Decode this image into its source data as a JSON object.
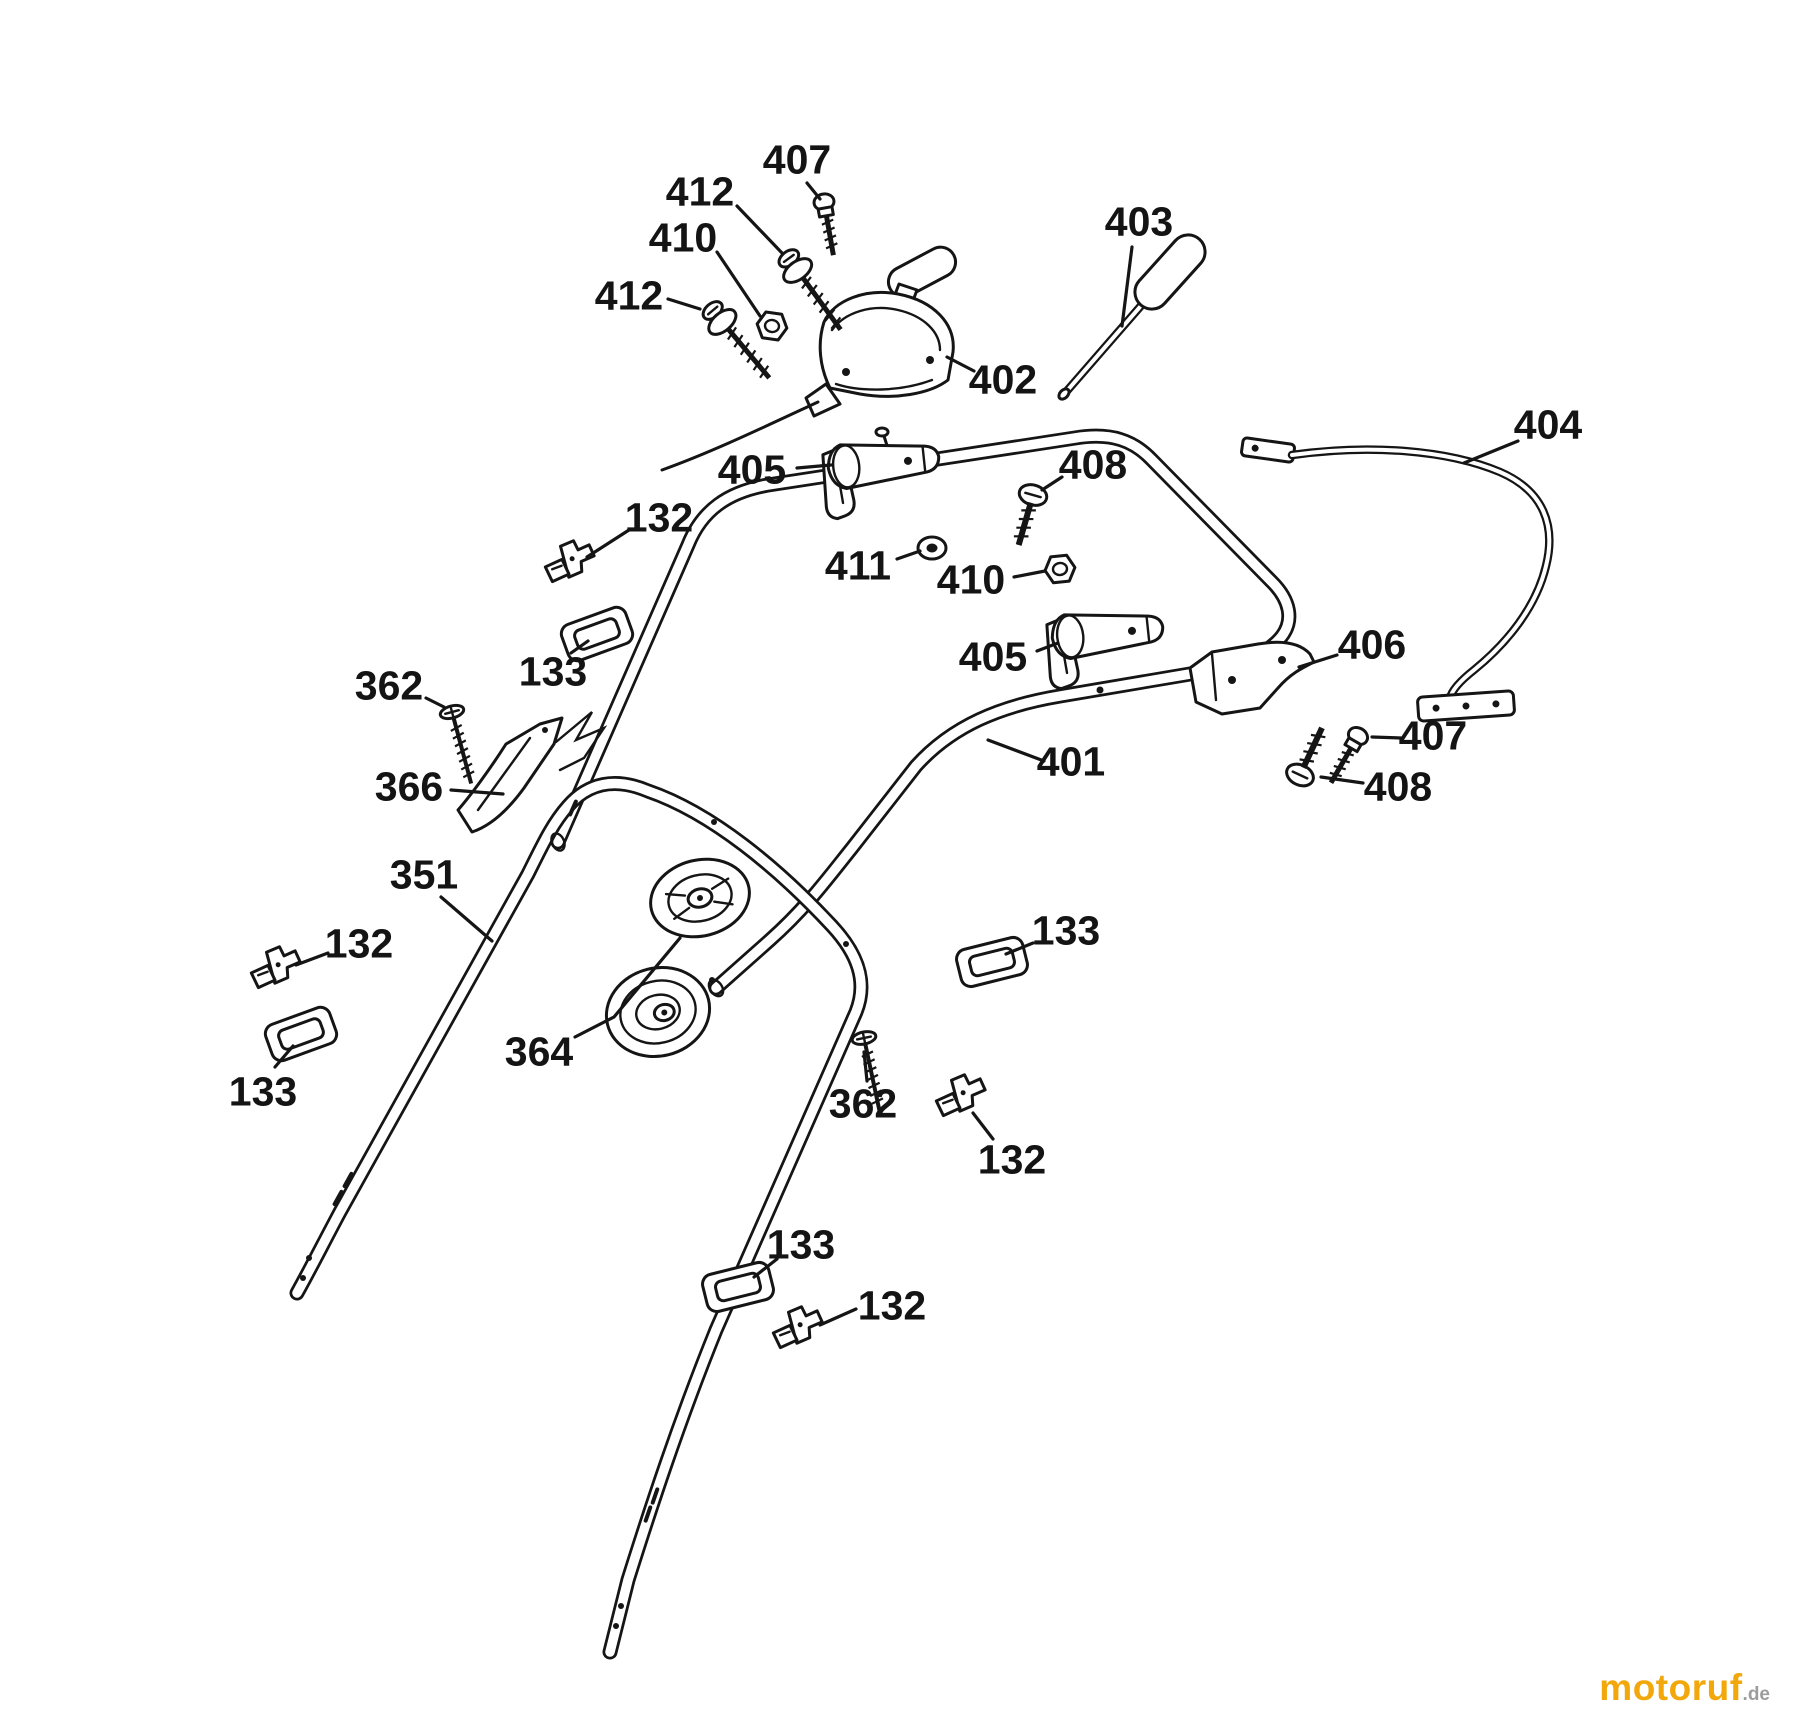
{
  "meta": {
    "watermark": "motoruf",
    "watermark_suffix": ".de",
    "watermark_color": "#f2a70b",
    "line_color": "#151515",
    "background_color": "#ffffff"
  },
  "labels": [
    {
      "part": "407",
      "text": "407"
    },
    {
      "part": "412",
      "text": "412"
    },
    {
      "part": "410",
      "text": "410"
    },
    {
      "part": "412",
      "text": "412"
    },
    {
      "part": "403",
      "text": "403"
    },
    {
      "part": "402",
      "text": "402"
    },
    {
      "part": "405",
      "text": "405"
    },
    {
      "part": "408",
      "text": "408"
    },
    {
      "part": "132",
      "text": "132"
    },
    {
      "part": "411",
      "text": "411"
    },
    {
      "part": "410",
      "text": "410"
    },
    {
      "part": "404",
      "text": "404"
    },
    {
      "part": "133",
      "text": "133"
    },
    {
      "part": "362",
      "text": "362"
    },
    {
      "part": "405",
      "text": "405"
    },
    {
      "part": "406",
      "text": "406"
    },
    {
      "part": "366",
      "text": "366"
    },
    {
      "part": "401",
      "text": "401"
    },
    {
      "part": "407",
      "text": "407"
    },
    {
      "part": "408",
      "text": "408"
    },
    {
      "part": "351",
      "text": "351"
    },
    {
      "part": "132",
      "text": "132"
    },
    {
      "part": "133",
      "text": "133"
    },
    {
      "part": "133",
      "text": "133"
    },
    {
      "part": "364",
      "text": "364"
    },
    {
      "part": "362",
      "text": "362"
    },
    {
      "part": "132",
      "text": "132"
    },
    {
      "part": "133",
      "text": "133"
    },
    {
      "part": "132",
      "text": "132"
    }
  ]
}
